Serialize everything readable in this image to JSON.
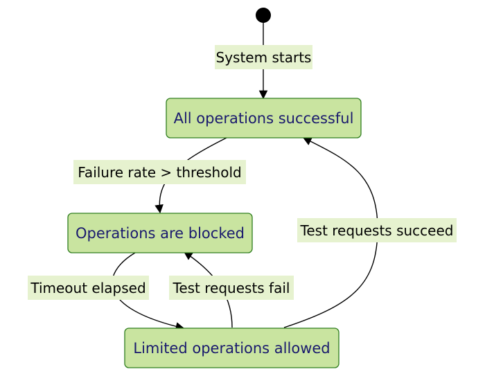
{
  "states": {
    "closed": "All operations successful",
    "open": "Operations are blocked",
    "half_open": "Limited operations allowed"
  },
  "transitions": {
    "start": "System starts",
    "failure": "Failure rate > threshold",
    "timeout": "Timeout elapsed",
    "fail": "Test requests fail",
    "succeed": "Test requests succeed"
  },
  "colors": {
    "state_fill": "#c9e4a0",
    "state_border": "#2e7d1e",
    "state_text": "#1a1a6e",
    "label_bg": "#e6f2cf"
  }
}
